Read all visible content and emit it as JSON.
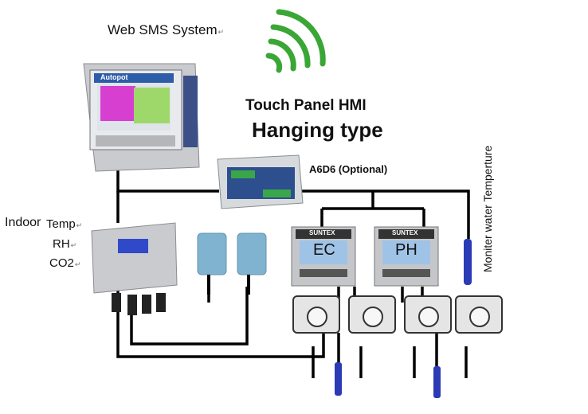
{
  "labels": {
    "web_sms": "Web SMS System",
    "touch_panel": "Touch Panel HMI",
    "hanging_type": "Hanging type",
    "a6d6": "A6D6 (Optional)",
    "monitor_water": "Moniter water Temperture",
    "indoor": "Indoor",
    "temp": "Temp",
    "rh": "RH",
    "co2": "CO2",
    "ec": "EC",
    "ph": "PH",
    "brand": "SUNTEX",
    "hmi_brand": "Autopot"
  },
  "return_glyph": "↵",
  "colors": {
    "wifi": "#3aa635",
    "hmi_screen_magenta": "#d63fd0",
    "hmi_screen_green": "#9fd86a",
    "meter_screen": "#9fc3e6",
    "sensor_blue": "#7fb3cf",
    "probe_blue": "#2a3bb5"
  }
}
